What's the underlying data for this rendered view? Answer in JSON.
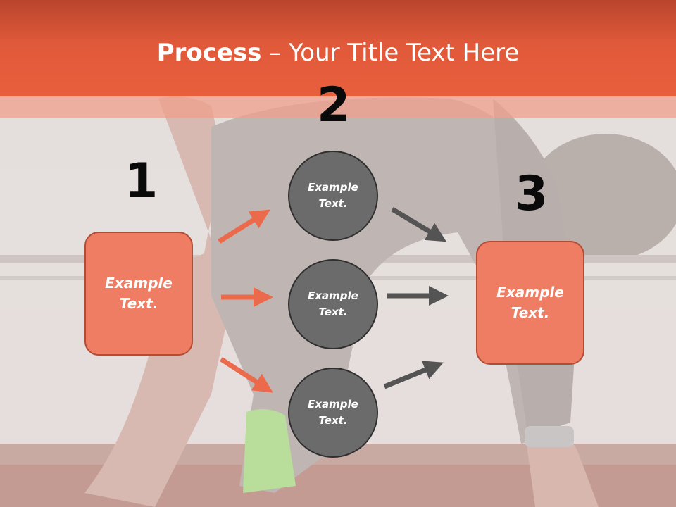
{
  "header": {
    "title_bold": "Process",
    "title_rest": " – Your Title Text Here"
  },
  "steps": {
    "n1": "1",
    "n2": "2",
    "n3": "3"
  },
  "left_box": {
    "text": "Example\nText."
  },
  "right_box": {
    "text": "Example\nText."
  },
  "circles": [
    {
      "text": "Example\nText."
    },
    {
      "text": "Example\nText."
    },
    {
      "text": "Example\nText."
    }
  ],
  "colors": {
    "accent": "#e85f3c",
    "box_fill": "#ee7d63",
    "circle_fill": "#6b6b6b",
    "arrow_orange": "#ec6a4c",
    "arrow_gray": "#545454"
  }
}
